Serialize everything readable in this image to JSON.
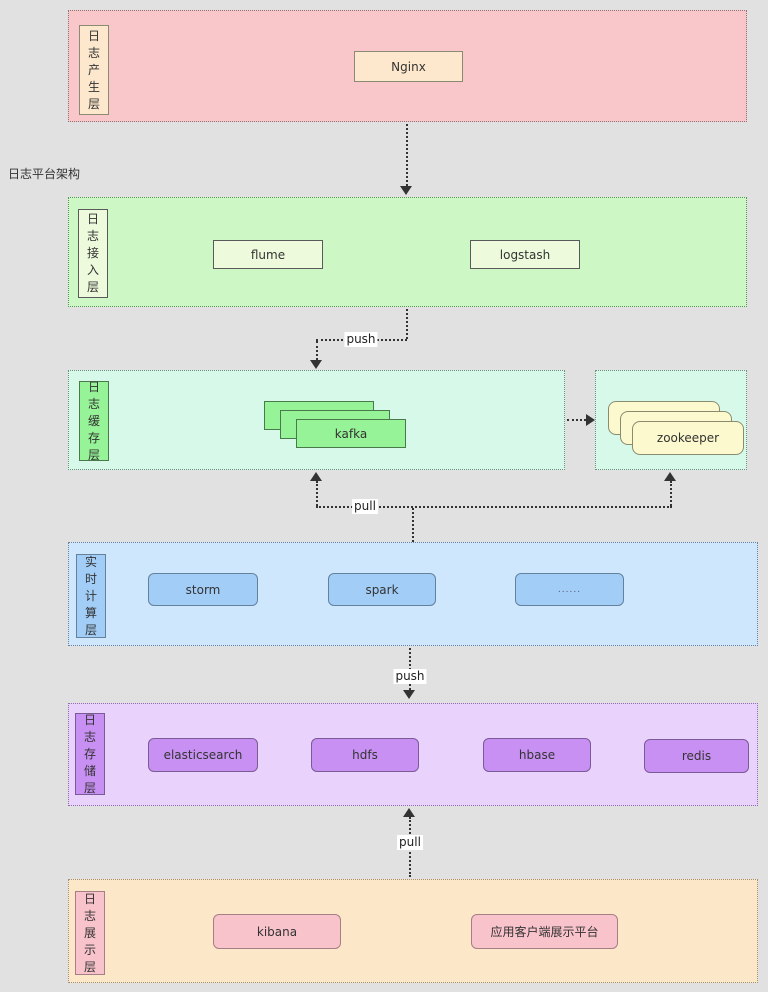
{
  "title": "日志平台架构",
  "colors": {
    "canvas-bg": "#e1e1e1",
    "text": "#333333",
    "arrow": "#333333",
    "l1-bg": "#f9c7c9",
    "l1-border": "#8a7474",
    "l1-box-bg": "#fde8cd",
    "l1-box-border": "#8b8b74",
    "l2-bg": "#cdf7c5",
    "l2-border": "#5f8f5f",
    "l2-box-bg": "#edfbdc",
    "l2-box-border": "#5a5a5a",
    "l3-bg": "#d7f9e9",
    "l3-border": "#6f8f7f",
    "kafka-bg": "#97f397",
    "kafka-border": "#4a7a4a",
    "zk-box-bg": "#fbf9cd",
    "zk-box-border": "#8a8a6f",
    "l4-bg": "#cfe7fc",
    "l4-border": "#6f7f9f",
    "l4-box-bg": "#a2cdf7",
    "l4-box-border": "#64819e",
    "l5-bg": "#e9d2fb",
    "l5-border": "#8f6fa7",
    "l5-box-bg": "#c890f2",
    "l5-box-border": "#7a5b96",
    "l6-bg": "#fde7c9",
    "l6-border": "#9f8f77",
    "l6-box-bg": "#f9c3cb",
    "l6-box-border": "#a57f86"
  },
  "layers": {
    "produce": {
      "label": "日志产生层",
      "boxes": {
        "nginx": "Nginx"
      }
    },
    "ingest": {
      "label": "日志接入层",
      "boxes": {
        "flume": "flume",
        "logstash": "logstash"
      }
    },
    "cache": {
      "label": "日志缓存层",
      "boxes": {
        "kafka": "kafka",
        "zookeeper": "zookeeper"
      }
    },
    "compute": {
      "label": "实时计算层",
      "boxes": {
        "storm": "storm",
        "spark": "spark",
        "others": "......"
      }
    },
    "storage": {
      "label": "日志存储层",
      "boxes": {
        "elasticsearch": "elasticsearch",
        "hdfs": "hdfs",
        "hbase": "hbase",
        "redis": "redis"
      }
    },
    "display": {
      "label": "日志展示层",
      "boxes": {
        "kibana": "kibana",
        "client": "应用客户端展示平台"
      }
    }
  },
  "arrows": {
    "push": "push",
    "pull": "pull"
  }
}
